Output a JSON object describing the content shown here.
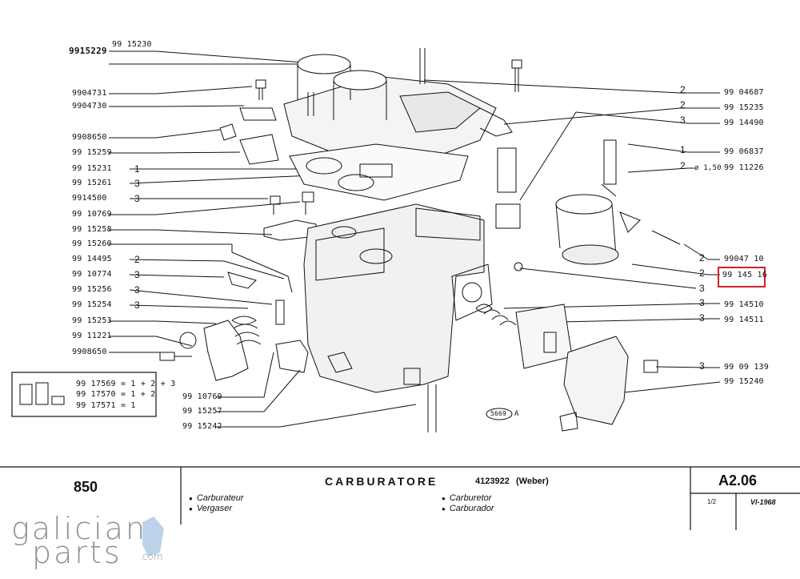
{
  "left_labels": [
    {
      "num": "9915229"
    },
    {
      "num": "99 15230"
    },
    {
      "num": "9904731"
    },
    {
      "num": "9904730"
    },
    {
      "num": "9908650"
    },
    {
      "num": "99 15259"
    },
    {
      "num": "99 15231",
      "qty": "1"
    },
    {
      "num": "99 15261",
      "qty": "3"
    },
    {
      "num": "9914500",
      "qty": "3"
    },
    {
      "num": "99 10769"
    },
    {
      "num": "99 15258"
    },
    {
      "num": "99 15260"
    },
    {
      "num": "99 14495",
      "qty": "2"
    },
    {
      "num": "99 10774",
      "qty": "3"
    },
    {
      "num": "99 15256",
      "qty": "3"
    },
    {
      "num": "99 15254",
      "qty": "3"
    },
    {
      "num": "99 15253"
    },
    {
      "num": "99 11221"
    },
    {
      "num": "9908650"
    }
  ],
  "bottom_labels": [
    {
      "num": "99 10769"
    },
    {
      "num": "99 15257"
    },
    {
      "num": "99 15242"
    }
  ],
  "right_labels": [
    {
      "qty": "2",
      "num": "99 04687"
    },
    {
      "qty": "2",
      "num": "99 15235"
    },
    {
      "qty": "3",
      "num": "99 14490"
    },
    {
      "qty": "1",
      "num": "99 06837"
    },
    {
      "qty": "2",
      "num": "99 11226",
      "note": "ø 1,50"
    },
    {
      "qty": "2",
      "num": "99047 10"
    },
    {
      "qty": "2",
      "num": "99 145 16",
      "highlighted": true
    },
    {
      "qty": "3",
      "num": ""
    },
    {
      "qty": "3",
      "num": "99 14510"
    },
    {
      "qty": "3",
      "num": "99 14511"
    },
    {
      "qty": "3",
      "num": "99 09 139"
    },
    {
      "qty": "",
      "num": "99 15240"
    }
  ],
  "kit_box": {
    "lines": [
      "99 17569 = 1 + 2 + 3",
      "99 17570 = 1 + 2",
      "99 17571 = 1"
    ]
  },
  "drawing_code": {
    "badge": "5669",
    "letter": "A"
  },
  "footer": {
    "model": "850",
    "title": "CARBURATORE",
    "part_ref": "4123922",
    "maker": "(Weber)",
    "translations_left": [
      "Carburateur",
      "Vergaser"
    ],
    "translations_right": [
      "Carburetor",
      "Carburador"
    ],
    "code": "A2.06",
    "sheet": "1/2",
    "date": "VI-1968"
  },
  "logo": {
    "line1": "galician",
    "line2": "parts",
    "suffix": ".com"
  },
  "colors": {
    "highlight": "#d4202a",
    "line": "#111111",
    "logo": "#8f8f8f",
    "logo_accent": "#bcd3ea"
  }
}
